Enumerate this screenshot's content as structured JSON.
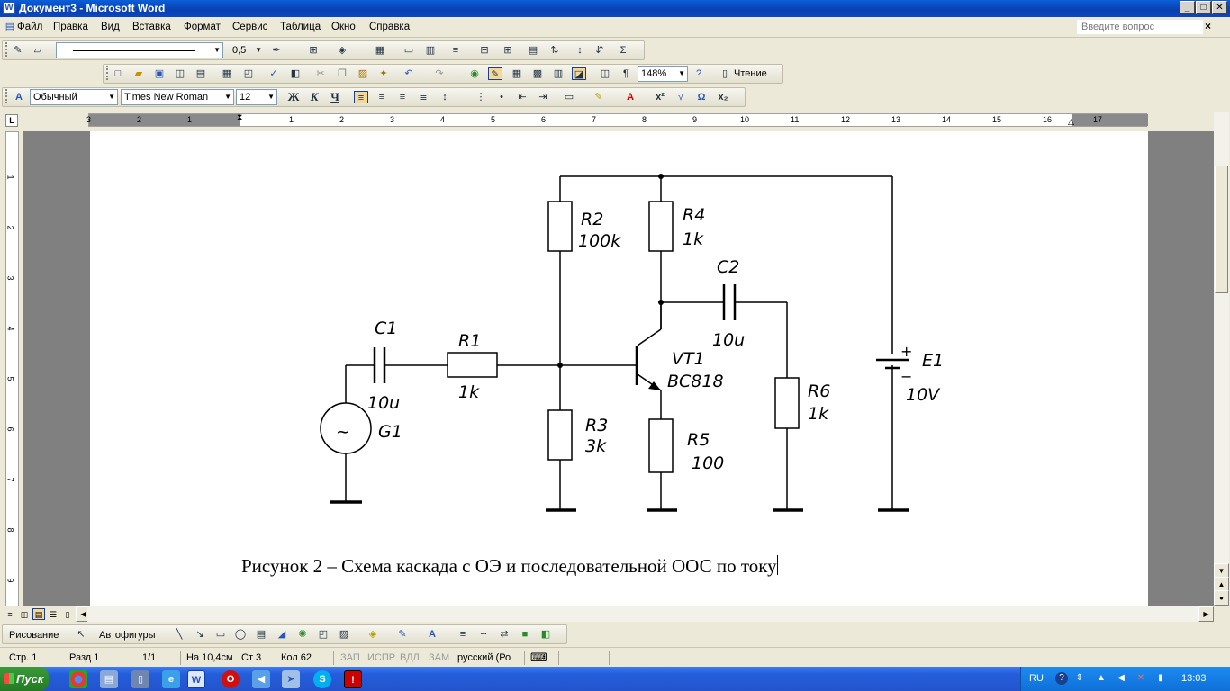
{
  "window": {
    "title": "Документ3 - Microsoft Word",
    "buttons": [
      "_",
      "□",
      "✕"
    ]
  },
  "menu": {
    "items": [
      "Файл",
      "Правка",
      "Вид",
      "Вставка",
      "Формат",
      "Сервис",
      "Таблица",
      "Окно",
      "Справка"
    ],
    "help_placeholder": "Введите вопрос",
    "close_doc": "×"
  },
  "toolbars": {
    "line_weight": "0,5",
    "zoom": "148%",
    "reading_label": "Чтение",
    "style": "Обычный",
    "font": "Times New Roman",
    "font_size": "12",
    "bold": "Ж",
    "italic": "К",
    "underline": "Ч"
  },
  "ruler": {
    "h_numbers": [
      "3",
      "2",
      "1",
      "1",
      "2",
      "3",
      "4",
      "5",
      "6",
      "7",
      "8",
      "9",
      "10",
      "11",
      "12",
      "13",
      "14",
      "15",
      "16",
      "17"
    ],
    "v_numbers": [
      "1",
      "2",
      "3",
      "4",
      "5",
      "6",
      "7",
      "8",
      "9"
    ]
  },
  "document": {
    "schematic": {
      "labels": {
        "C1": "C1",
        "C1_val": "10u",
        "R1": "R1",
        "R1_val": "1k",
        "G1": "G1",
        "G1_symbol": "~",
        "R2": "R2",
        "R2_val": "100k",
        "R3": "R3",
        "R3_val": "3k",
        "R4": "R4",
        "R4_val": "1k",
        "R5": "R5",
        "R5_val": "100",
        "VT1": "VT1",
        "VT1_val": "BC818",
        "C2": "C2",
        "C2_val": "10u",
        "R6": "R6",
        "R6_val": "1k",
        "E1": "E1",
        "E1_val": "10V",
        "E1_plus": "+",
        "E1_minus": "−"
      }
    },
    "caption": "Рисунок 2 – Схема каскада с ОЭ и последовательной ООС по току"
  },
  "drawing_toolbar": {
    "drawing": "Рисование",
    "autoshapes": "Автофигуры"
  },
  "status": {
    "page": "Стр. 1",
    "section": "Разд 1",
    "pages": "1/1",
    "at": "На 10,4см",
    "line": "Ст 3",
    "col": "Кол 62",
    "rec": "ЗАП",
    "trk": "ИСПР",
    "ext": "ВДЛ",
    "ovr": "ЗАМ",
    "lang": "русский (Ро"
  },
  "taskbar": {
    "start": "Пуск",
    "lang": "RU",
    "time": "13:03"
  }
}
